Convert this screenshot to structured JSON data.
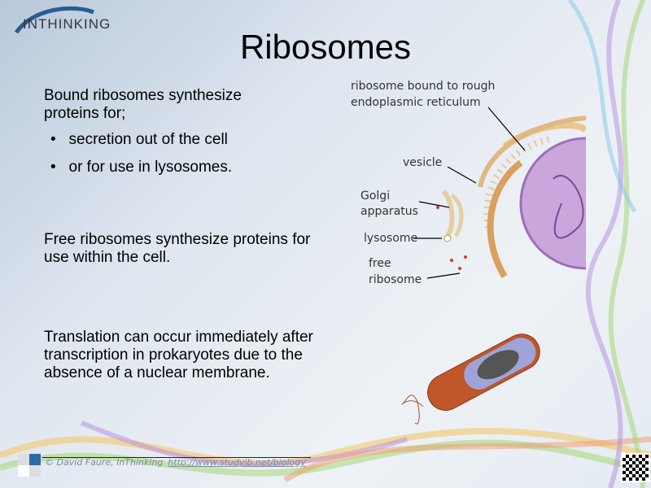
{
  "logo": {
    "text": "INTHINKING"
  },
  "title": "Ribosomes",
  "body": {
    "bound_intro": "Bound ribosomes synthesize proteins for;",
    "bullets": [
      "secretion out of the cell",
      "or for use in lysosomes."
    ],
    "free": "Free ribosomes synthesize proteins for use within the cell.",
    "translation": "Translation can occur immediately after transcription in prokaryotes due to the absence of a nuclear membrane."
  },
  "diagram": {
    "labels": {
      "rer": "ribosome bound to rough endoplasmic reticulum",
      "vesicle": "vesicle",
      "golgi": "Golgi apparatus",
      "lysosome": "lysosome",
      "free": "free ribosome"
    }
  },
  "footer": {
    "copyright": "© David Faure, InThinking",
    "link": "http://www.studyib.net/biology"
  }
}
